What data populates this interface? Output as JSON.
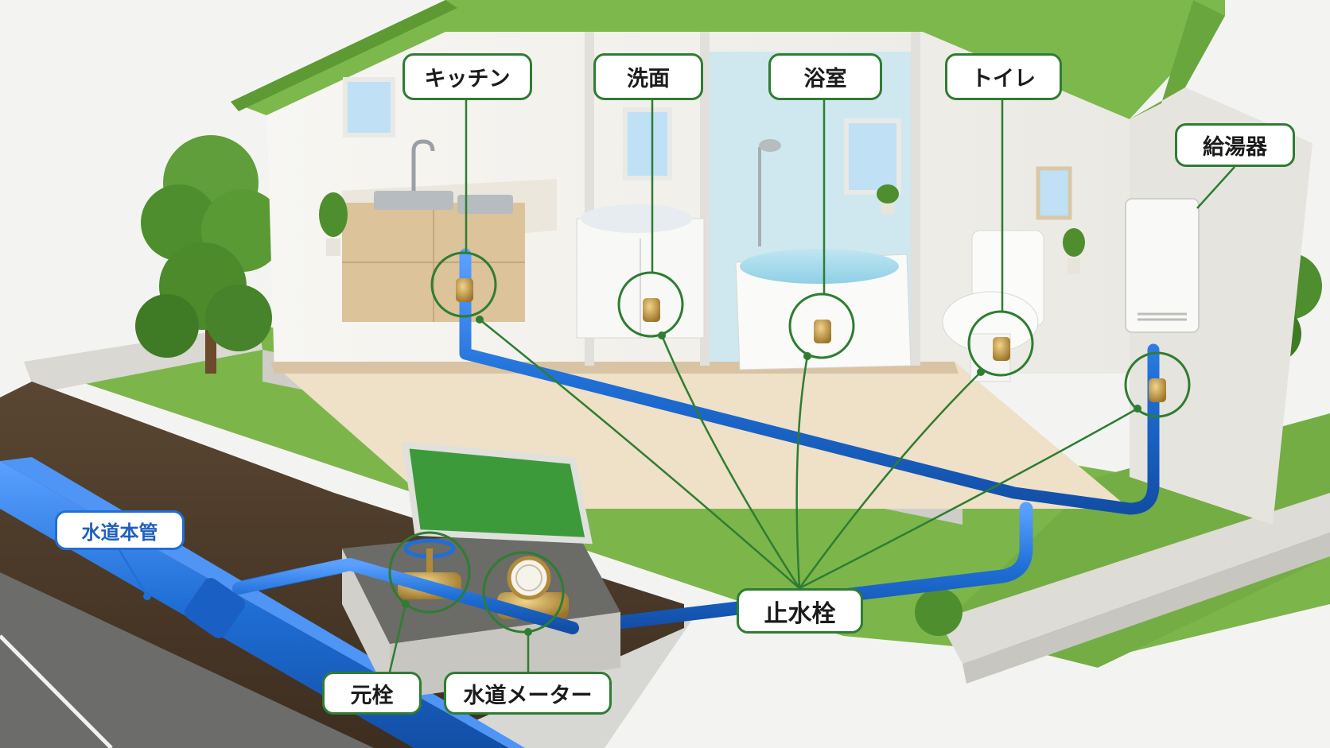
{
  "labels": {
    "kitchen": "キッチン",
    "washroom": "洗面",
    "bathroom": "浴室",
    "toilet": "トイレ",
    "water_heater": "給湯器",
    "stopcock": "止水栓",
    "water_main": "水道本管",
    "main_valve": "元栓",
    "water_meter": "水道メーター"
  },
  "colors": {
    "pipe": "#1f6fd6",
    "leader": "#2e7d32",
    "roof": "#79b84a",
    "grass": "#6fae3e",
    "meter_box_lid": "#3d9a3b"
  },
  "icons": [
    "tree-icon",
    "kitchen-sink-icon",
    "washbasin-icon",
    "bathtub-icon",
    "shower-icon",
    "toilet-icon",
    "water-heater-icon",
    "gate-valve-icon",
    "water-meter-icon",
    "potted-plant-icon",
    "window-icon"
  ]
}
